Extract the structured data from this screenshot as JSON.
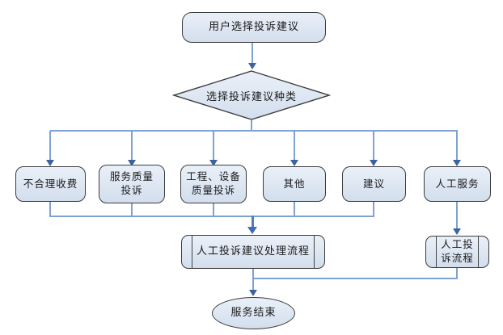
{
  "flow": {
    "start": "用户选择投诉建议",
    "decision": "选择投诉建议种类",
    "branches": [
      {
        "label": "不合理收费"
      },
      {
        "label": "服务质量\n投诉"
      },
      {
        "label": "工程、设备\n质量投诉"
      },
      {
        "label": "其他"
      },
      {
        "label": "建议"
      },
      {
        "label": "人工服务"
      }
    ],
    "process_main": "人工投诉建议处理流程",
    "process_manual": "人工投\n诉流程",
    "end": "服务结束",
    "colors": {
      "line": "#7ea3d1",
      "arrowhead": "#3d639e",
      "thick_arrow": "#4f81bd",
      "shape_border": "#3c3c3c",
      "shape_fill": "#dde6f2",
      "text": "#1a1a1a"
    }
  }
}
